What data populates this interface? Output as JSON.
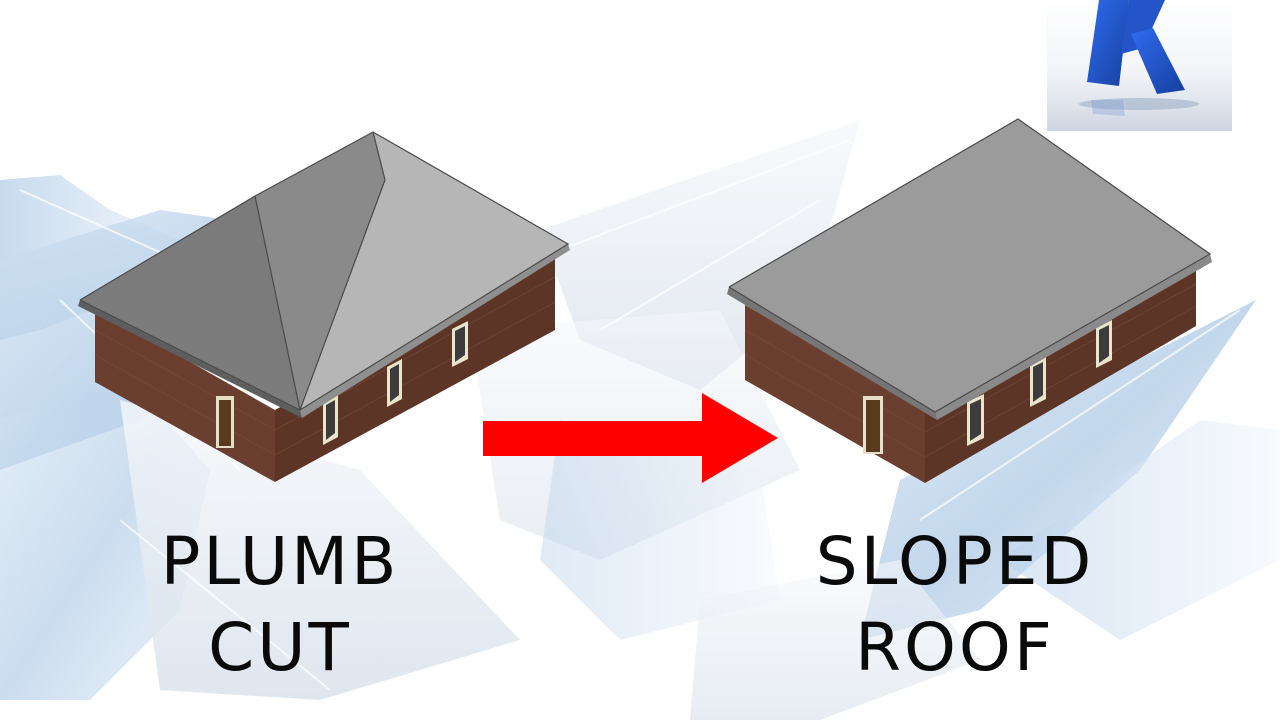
{
  "left_house": {
    "caption_line1": "PLUMB",
    "caption_line2": "CUT"
  },
  "right_house": {
    "caption_line1": "SLOPED",
    "caption_line2": "ROOF"
  },
  "arrow": {
    "icon": "right-arrow-icon",
    "color": "#ff0000"
  },
  "logo": {
    "icon": "revit-r-logo-icon",
    "color": "#1f57d6"
  },
  "colors": {
    "brick": "#6b3f30",
    "roof_dark": "#7d7d7d",
    "roof_light": "#b9b9b9",
    "roof_flat": "#9b9b9b",
    "background_tint": "#c9dcee"
  }
}
